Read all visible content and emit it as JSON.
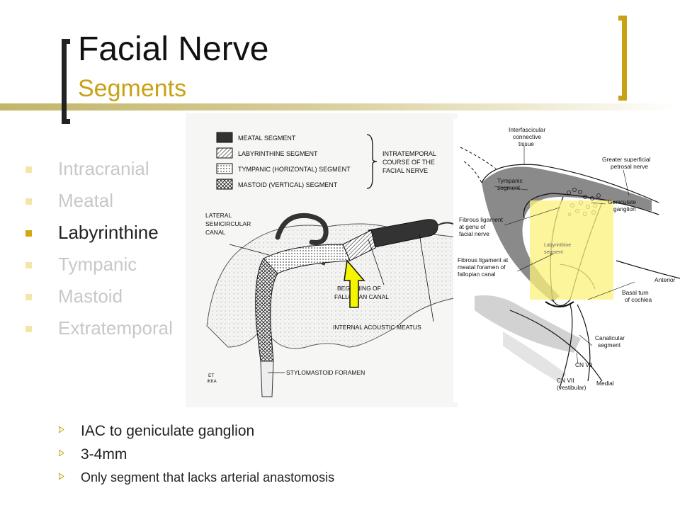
{
  "slide": {
    "title": "Facial Nerve",
    "subtitle": "Segments",
    "colors": {
      "accent": "#c9a114",
      "active_text": "#222222",
      "inactive_text": "#c8c8c8",
      "highlight": "#fcf27a",
      "arrow": "#f5f500"
    }
  },
  "segments": [
    {
      "label": "Intracranial",
      "active": false
    },
    {
      "label": "Meatal",
      "active": false
    },
    {
      "label": "Labyrinthine",
      "active": true
    },
    {
      "label": "Tympanic",
      "active": false
    },
    {
      "label": "Mastoid",
      "active": false
    },
    {
      "label": "Extratemporal",
      "active": false
    }
  ],
  "left_diagram": {
    "legend": [
      {
        "label": "MEATAL SEGMENT",
        "pattern": "solid"
      },
      {
        "label": "LABYRINTHINE SEGMENT",
        "pattern": "hatch"
      },
      {
        "label": "TYMPANIC (HORIZONTAL) SEGMENT",
        "pattern": "dots"
      },
      {
        "label": "MASTOID (VERTICAL) SEGMENT",
        "pattern": "crosshatch"
      }
    ],
    "brace_label": [
      "INTRATEMPORAL",
      "COURSE OF THE",
      "FACIAL NERVE"
    ],
    "labels": {
      "lateral_canal": [
        "LATERAL",
        "SEMICIRCULAR",
        "CANAL"
      ],
      "fallopian": [
        "BEGINNING OF",
        "FALLOPIAN CANAL"
      ],
      "meatus": "INTERNAL ACOUSTIC MEATUS",
      "foramen": "STYLOMASTOID FORAMEN",
      "signature": [
        "ET",
        "/KKA"
      ]
    },
    "arrow_icon": "up-arrow-icon"
  },
  "right_diagram": {
    "labels": {
      "interfascicular": [
        "Interfascicular",
        "connective",
        "tissue"
      ],
      "greater_superficial": [
        "Greater superficial",
        "petrosal nerve"
      ],
      "tympanic": [
        "Tympanic",
        "segment"
      ],
      "geniculate": [
        "Geniculate",
        "ganglion"
      ],
      "fibrous_genu": [
        "Fibrous ligament",
        "at genu of",
        "facial nerve"
      ],
      "labyrinthine": [
        "Labyrinthine",
        "segment"
      ],
      "fibrous_meatal": [
        "Fibrous ligament at",
        "meatal foramen of",
        "fallopian canal"
      ],
      "anterior": "Anterior",
      "basal_turn": [
        "Basal turn",
        "of cochlea"
      ],
      "canalicular": [
        "Canalicular",
        "segment"
      ],
      "cn7": "CN VII",
      "cn7_vestibular": [
        "CN VII",
        "(vestibular)"
      ],
      "medial": "Medial"
    }
  },
  "notes": [
    {
      "text": "IAC to geniculate ganglion"
    },
    {
      "text": "3-4mm"
    },
    {
      "text": "Only segment that lacks arterial anastomosis"
    }
  ]
}
